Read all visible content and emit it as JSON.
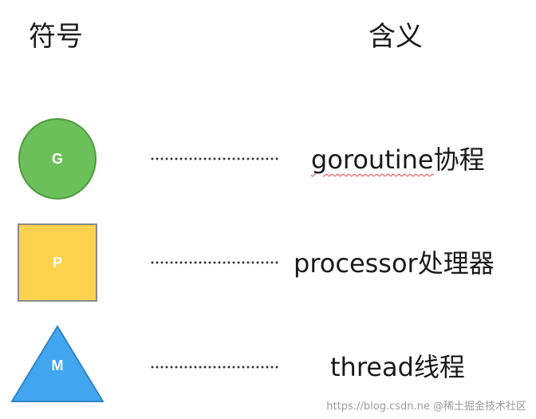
{
  "headers": {
    "symbol": "符号",
    "meaning": "含义"
  },
  "rows": [
    {
      "shape": "circle",
      "letter": "G",
      "fill": "#6cc05a",
      "meaning_term": "goroutine",
      "meaning_cn": "协程"
    },
    {
      "shape": "square",
      "letter": "P",
      "fill": "#fbd24e",
      "meaning_term": "processor",
      "meaning_cn": "处理器"
    },
    {
      "shape": "triangle",
      "letter": "M",
      "fill": "#42a5f0",
      "meaning_term": "thread",
      "meaning_cn": "线程"
    }
  ],
  "watermark": "https://blog.csdn.ne @稀土掘金技术社区"
}
